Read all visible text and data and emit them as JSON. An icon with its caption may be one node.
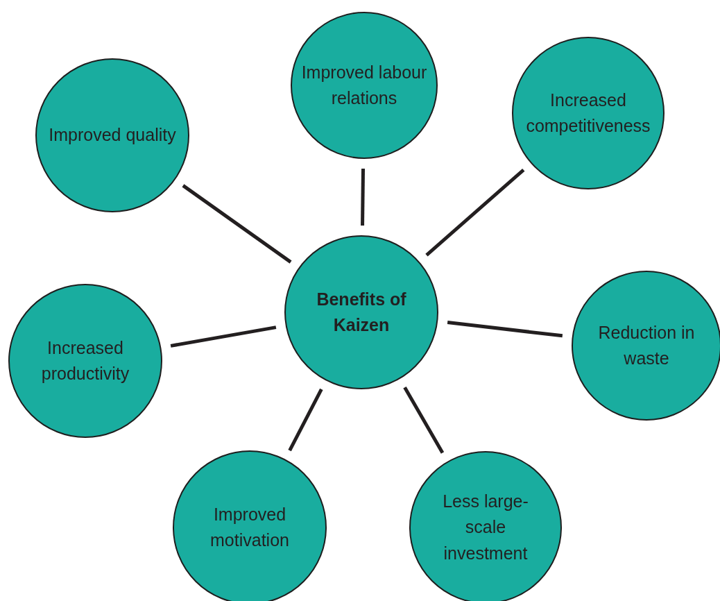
{
  "diagram": {
    "nodes": [
      {
        "text": [
          "Benefits of Kaizen"
        ]
      },
      {
        "text": [
          "Improved quality"
        ]
      },
      {
        "text": [
          "Improved labour relations"
        ]
      },
      {
        "text": [
          "Increased competitiveness"
        ]
      },
      {
        "text": [
          "Increased productivity"
        ]
      },
      {
        "text": [
          "Reduction in waste"
        ]
      },
      {
        "text": [
          "Improved motivation"
        ]
      },
      {
        "text": [
          "Less large-scale investment"
        ]
      }
    ],
    "edges": [
      {
        "from": 0,
        "to": 1,
        "arrow": "none"
      },
      {
        "from": 0,
        "to": 2,
        "arrow": "none"
      },
      {
        "from": 0,
        "to": 3,
        "arrow": "none"
      },
      {
        "from": 0,
        "to": 4,
        "arrow": "none"
      },
      {
        "from": 0,
        "to": 5,
        "arrow": "none"
      },
      {
        "from": 0,
        "to": 6,
        "arrow": "none"
      },
      {
        "from": 0,
        "to": 7,
        "arrow": "none"
      }
    ]
  }
}
